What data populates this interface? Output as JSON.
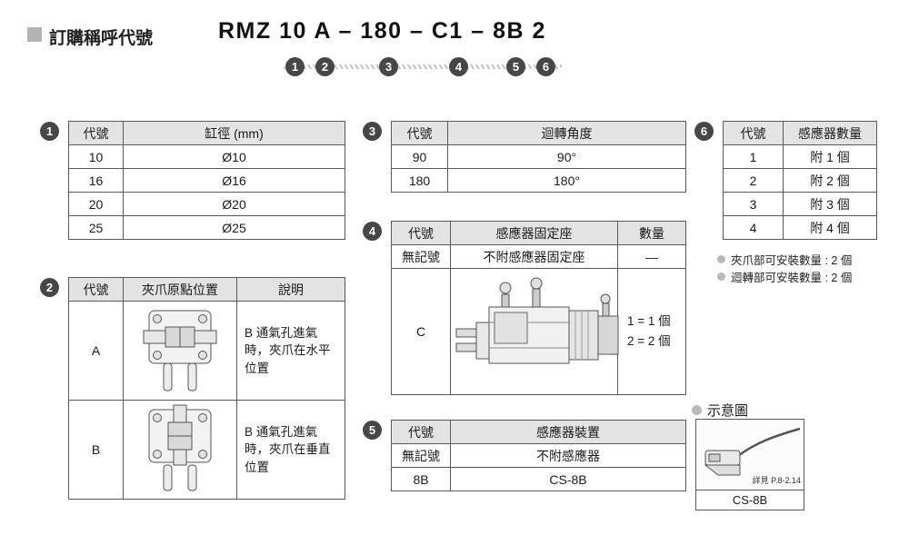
{
  "header": {
    "title": "訂購稱呼代號",
    "model_code": "RMZ 10 A – 180 – C1 – 8B 2"
  },
  "markers": {
    "m1": "1",
    "m2": "2",
    "m3": "3",
    "m4": "4",
    "m5": "5",
    "m6": "6"
  },
  "tables": {
    "bore": {
      "marker": "1",
      "headers": [
        "代號",
        "缸徑 (mm)"
      ],
      "rows": [
        [
          "10",
          "Ø10"
        ],
        [
          "16",
          "Ø16"
        ],
        [
          "20",
          "Ø20"
        ],
        [
          "25",
          "Ø25"
        ]
      ]
    },
    "origin": {
      "marker": "2",
      "headers": [
        "代號",
        "夾爪原點位置",
        "說明"
      ],
      "rows": [
        {
          "code": "A",
          "image": "gripper-front-horizontal-jaws",
          "desc": "B 通氣孔進氣時，夾爪在水平位置"
        },
        {
          "code": "B",
          "image": "gripper-front-vertical-jaws",
          "desc": "B 通氣孔進氣時，夾爪在垂直位置"
        }
      ]
    },
    "angle": {
      "marker": "3",
      "headers": [
        "代號",
        "迴轉角度"
      ],
      "rows": [
        [
          "90",
          "90°"
        ],
        [
          "180",
          "180°"
        ]
      ]
    },
    "mount": {
      "marker": "4",
      "headers": [
        "代號",
        "感應器固定座",
        "數量"
      ],
      "row_none": {
        "code": "無記號",
        "desc": "不附感應器固定座",
        "qty": "—"
      },
      "row_c": {
        "code": "C",
        "image": "rotary-gripper-assembly",
        "qty_lines": [
          "1 = 1 個",
          "2 = 2 個"
        ]
      }
    },
    "sensor": {
      "marker": "5",
      "headers": [
        "代號",
        "感應器裝置"
      ],
      "rows": [
        [
          "無記號",
          "不附感應器"
        ],
        [
          "8B",
          "CS-8B"
        ]
      ]
    },
    "sensor_qty": {
      "marker": "6",
      "headers": [
        "代號",
        "感應器數量"
      ],
      "rows": [
        [
          "1",
          "附 1 個"
        ],
        [
          "2",
          "附 2 個"
        ],
        [
          "3",
          "附 3 個"
        ],
        [
          "4",
          "附 4 個"
        ]
      ]
    }
  },
  "notes": {
    "n1": "夾爪部可安裝數量 : 2 個",
    "n2": "迴轉部可安裝數量 : 2 個"
  },
  "diagram": {
    "label": "示意圖",
    "ref": "詳見 P.8-2.14",
    "caption": "CS-8B"
  }
}
